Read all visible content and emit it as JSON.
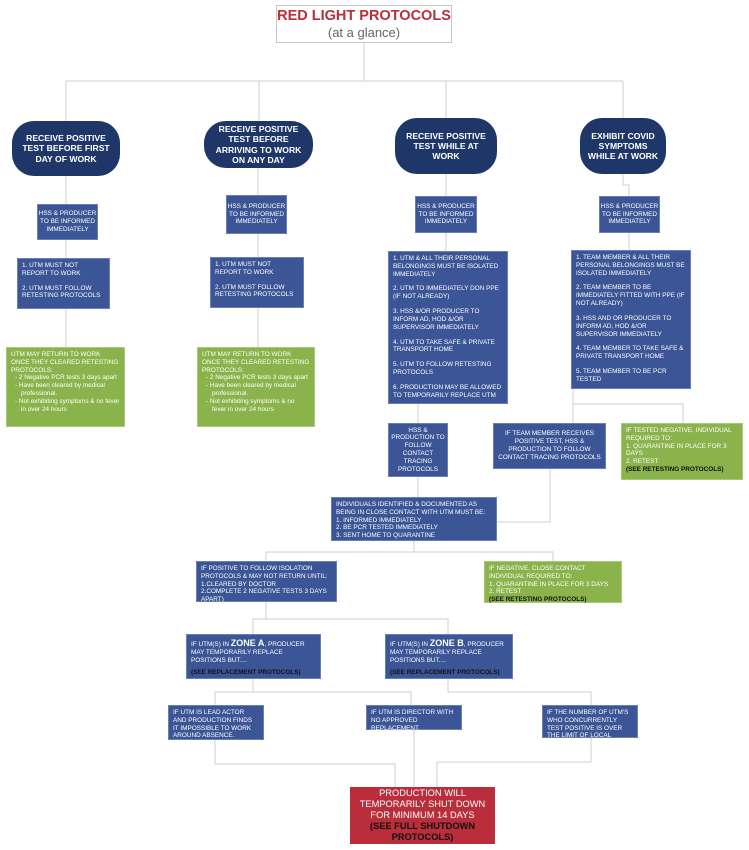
{
  "title": {
    "main": "RED LIGHT PROTOCOLS",
    "sub": "(at a glance)"
  },
  "columns": [
    {
      "header": "RECEIVE POSITIVE TEST BEFORE FIRST DAY OF WORK",
      "notify": "HSS & PRODUCER TO BE INFORMED IMMEDIATELY",
      "actions": [
        "1. UTM MUST NOT REPORT TO WORK",
        "2. UTM MUST FOLLOW RETESTING PROTOCOLS"
      ],
      "return": {
        "intro": "UTM MAY RETURN TO WORK ONCE THEY CLEARED RETESTING PROTOCOLS:",
        "bullets": [
          "- 2 Negative PCR tests 3 days apart",
          "- Have been cleared by medical professional.",
          "- Not exhibiting symptoms & no fever in over 24 hours"
        ]
      }
    },
    {
      "header": "RECEIVE POSITIVE TEST BEFORE ARRIVING TO WORK ON ANY DAY",
      "notify": "HSS & PRODUCER TO BE INFORMED IMMEDIATELY",
      "actions": [
        "1. UTM MUST NOT REPORT TO WORK",
        "2. UTM MUST FOLLOW RETESTING PROTOCOLS"
      ],
      "return": {
        "intro": "UTM MAY RETURN TO WORK ONCE THEY CLEARED RETESTING PROTOCOLS:",
        "bullets": [
          "- 2 Negative PCR tests 3 days apart",
          "- Have been cleared by medical professional.",
          "- Not exhibiting symptoms & no fever in over 24 hours"
        ]
      }
    },
    {
      "header": "RECEIVE POSITIVE TEST WHILE AT WORK",
      "notify": "HSS & PRODUCER TO BE INFORMED IMMEDIATELY",
      "actions": [
        "1. UTM & ALL THEIR PERSONAL BELONGINGS MUST BE ISOLATED IMMEDIATELY",
        "2. UTM TO IMMEDIATELY DON PPE (IF NOT ALREADY)",
        "3. HSS &/OR PRODUCER TO INFORM AD, HOD &/OR SUPERVISOR IMMEDIATELY",
        "4. UTM TO TAKE SAFE & PRIVATE TRANSPORT HOME",
        "5. UTM TO FOLLOW RETESTING PROTOCOLS",
        "6. PRODUCTION MAY BE ALLOWED TO TEMPORARILY REPLACE UTM"
      ],
      "tracing": "HSS & PRODUCTION TO FOLLOW CONTACT TRACING PROTOCOLS"
    },
    {
      "header": "EXHIBIT COVID SYMPTOMS WHILE AT WORK",
      "notify": "HSS & PRODUCER TO BE INFORMED IMMEDIATELY",
      "actions": [
        "1. TEAM MEMBER & ALL THEIR PERSONAL BELONGINGS MUST BE ISOLATED IMMEDIATELY",
        "2. TEAM MEMBER TO BE IMMEDIATELY FITTED WITH PPE (IF NOT ALREADY)",
        "3. HSS AND OR PRODUCER TO INFORM AD, HOD &/OR SUPERVISOR IMMEDIATELY",
        "4. TEAM MEMBER TO TAKE SAFE & PRIVATE TRANSPORT HOME",
        "5. TEAM MEMBER TO BE PCR TESTED"
      ],
      "positive": "IF TEAM MEMBER RECEIVES POSITIVE TEST, HSS & PRODUCTION TO FOLLOW CONTACT TRACING PROTOCOLS",
      "negative": {
        "lines": [
          "IF TESTED NEGATIVE, INDIVIDUAL REQUIRED TO:",
          "1. QUARANTINE IN PLACE FOR 3 DAYS",
          "2. RETEST"
        ],
        "see": "(SEE RETESTING PROTOCOLS)"
      }
    }
  ],
  "contacts": {
    "lines": [
      "INDIVIDUALS IDENTIFIED & DOCUMENTED AS BEING IN CLOSE CONTACT WITH UTM MUST BE:",
      "1. INFORMED IMMEDIATELY",
      "2. BE PCR TESTED IMMEDIATELY",
      "3. SENT HOME TO QUARANTINE"
    ]
  },
  "contact_positive": {
    "lines": [
      "IF POSITIVE TO FOLLOW ISOLATION PROTOCOLS & MAY NOT RETURN UNTIL:",
      "1.CLEARED BY DOCTOR",
      "2.COMPLETE 2 NEGATIVE TESTS 3 DAYS APART)"
    ]
  },
  "contact_negative": {
    "lines": [
      "IF NEGATIVE, CLOSE CONTACT INDIVIDUAL REQUIRED TO:",
      "1. QUARANTINE IN PLACE FOR 3 DAYS",
      "2. RETEST"
    ],
    "see": "(SEE RETESTING PROTOCOLS)"
  },
  "zone_a": {
    "pre": "IF UTM(S) IN",
    "zone": "ZONE A",
    "post": ", PRODUCER MAY TEMPORARILY REPLACE POSITIONS BUT....",
    "see": "(SEE REPLACEMENT PROTOCOLS)"
  },
  "zone_b": {
    "pre": "IF UTM(S) IN",
    "zone": "ZONE B",
    "post": ", PRODUCER MAY TEMPORARILY REPLACE POSITIONS BUT....",
    "see": "(SEE REPLACEMENT PROTOCOLS)"
  },
  "conditions": [
    "IF UTM IS LEAD ACTOR AND PRODUCTION FINDS IT IMPOSSIBLE TO WORK AROUND ABSENCE.",
    "IF UTM IS DIRECTOR WITH NO APPROVED REPLACEMENT.",
    "IF THE NUMBER OF UTM'S WHO CONCURRENTLY TEST POSITIVE IS OVER THE LIMIT OF LOCAL GUIDELINES"
  ],
  "shutdown": {
    "main": "PRODUCTION WILL TEMPORARILY SHUT DOWN FOR MINIMUM 14 DAYS",
    "see": "(SEE FULL SHUTDOWN PROTOCOLS)"
  },
  "colors": {
    "navy": "#1f3768",
    "blue": "#3b5596",
    "green": "#8ab34b",
    "red": "#b92e3a",
    "connector": "#cfcfcf"
  }
}
